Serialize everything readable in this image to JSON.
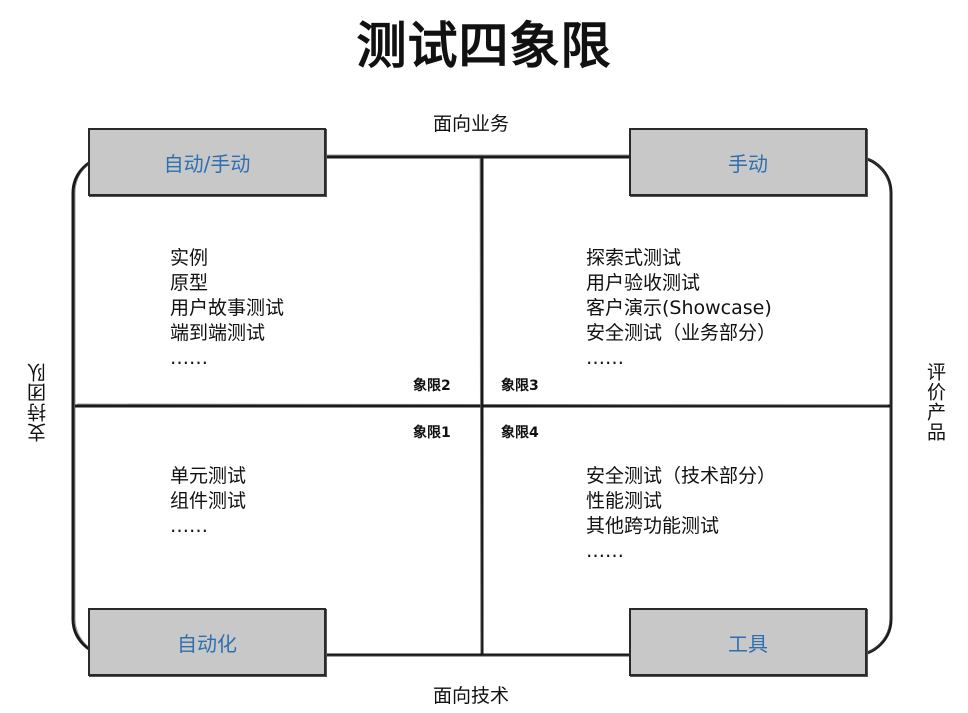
{
  "title": "测试四象限",
  "axes": {
    "top": "面向业务",
    "bottom": "面向技术",
    "left": "支持团队",
    "right": "评价产品"
  },
  "corners": {
    "top_left": "自动/手动",
    "top_right": "手动",
    "bottom_left": "自动化",
    "bottom_right": "工具"
  },
  "quadrant_labels": {
    "q1": "象限1",
    "q2": "象限2",
    "q3": "象限3",
    "q4": "象限4"
  },
  "quadrants": {
    "q2_items": [
      "实例",
      "原型",
      "用户故事测试",
      "端到端测试",
      "……"
    ],
    "q3_items": [
      "探索式测试",
      "用户验收测试",
      "客户演示(Showcase)",
      "安全测试（业务部分）",
      "……"
    ],
    "q1_items": [
      "单元测试",
      "组件测试",
      "……"
    ],
    "q4_items": [
      "安全测试（技术部分）",
      "性能测试",
      "其他跨功能测试",
      "……"
    ]
  },
  "colors": {
    "corner_fill": "#c8c8c8",
    "corner_text": "#2f6fb0",
    "line": "#1a1a1a"
  }
}
